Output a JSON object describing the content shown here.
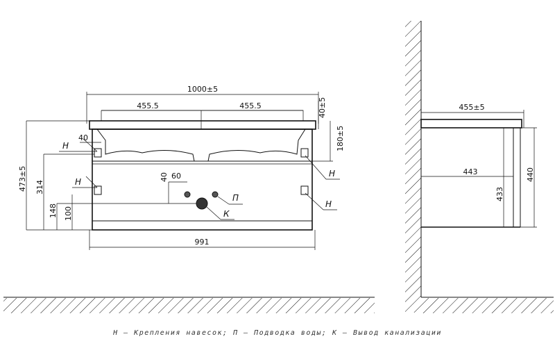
{
  "dimensions": {
    "overall_width": "1000±5",
    "left_sink": "455.5",
    "right_sink": "455.5",
    "top_thickness": "40±5",
    "basin_depth": "180±5",
    "overall_height": "473±5",
    "mount_height": "314",
    "mount_offset": "40",
    "drain_height": "148",
    "water_height": "100",
    "drain_offset_x": "60",
    "drain_offset_y": "40",
    "cabinet_width": "991",
    "side_depth": "455±5",
    "side_inner_depth": "443",
    "side_height": "440",
    "side_inner_height": "433"
  },
  "markers": {
    "hanger": "Н",
    "water": "П",
    "drain": "К"
  },
  "legend": "Н – Крепления навесок; П – Подводка воды; К – Вывод канализации"
}
